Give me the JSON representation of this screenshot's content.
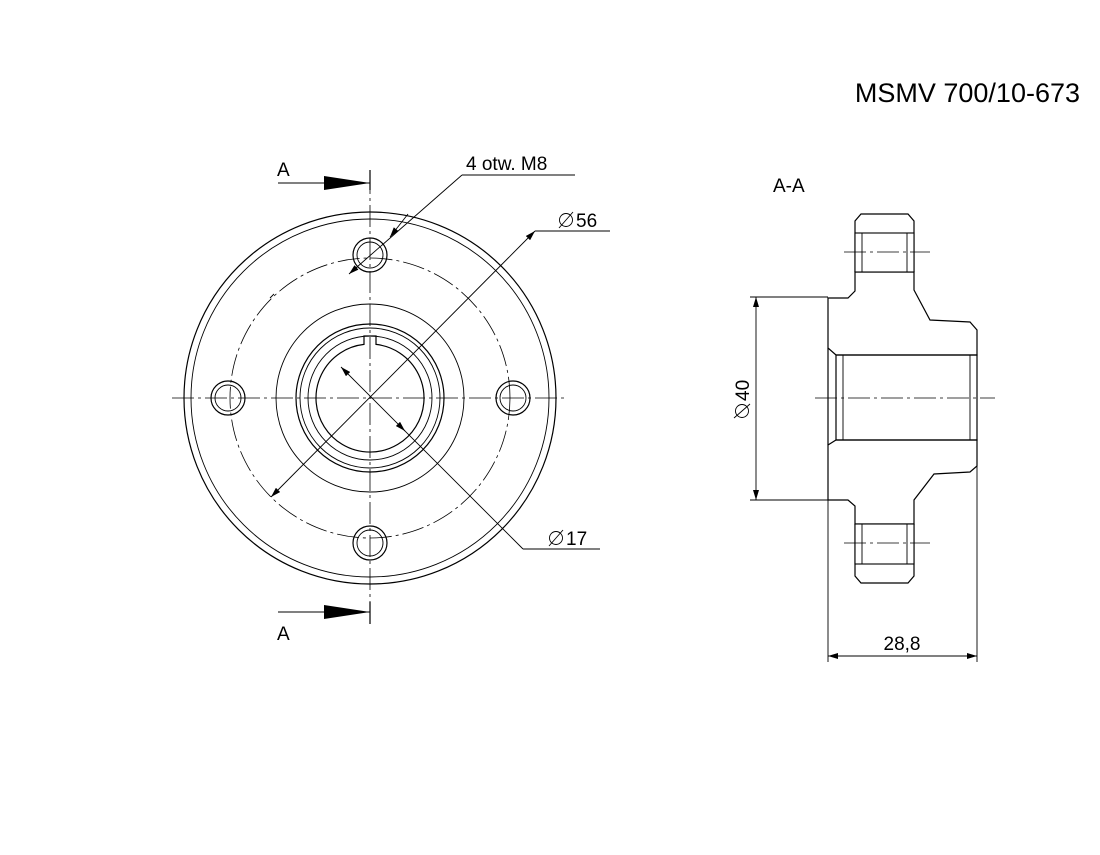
{
  "title": "MSMV 700/10-673",
  "section_marker_top": "A",
  "section_marker_bottom": "A",
  "section_title": "A-A",
  "labels": {
    "holes": "4 otw. M8",
    "dia_pcd": "56",
    "dia_bore": "17",
    "dia_hub": "40",
    "width": "28,8"
  },
  "colors": {
    "line": "#000000",
    "background": "#ffffff"
  }
}
